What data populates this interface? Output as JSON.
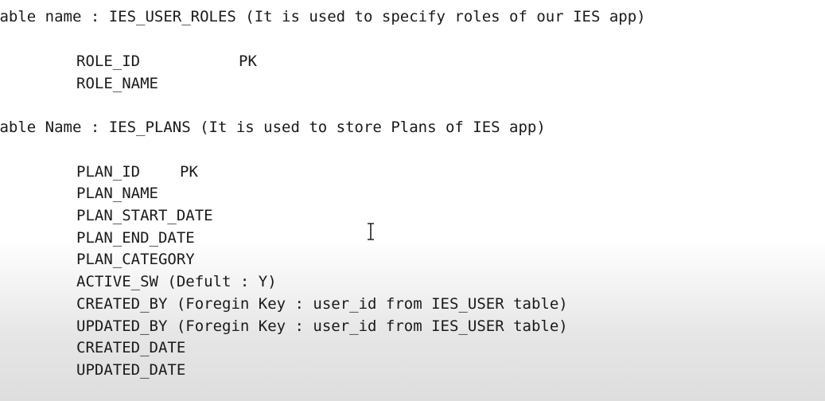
{
  "roles_table": {
    "heading": "Table name : IES_USER_ROLES (It is used to specify roles of our IES app)",
    "columns": [
      {
        "name": "ROLE_ID",
        "key": "PK"
      },
      {
        "name": "ROLE_NAME",
        "key": ""
      }
    ]
  },
  "plans_table": {
    "heading": "Table Name : IES_PLANS (It is used to store Plans of IES app)",
    "columns": [
      {
        "name": "PLAN_ID",
        "key": "PK"
      },
      {
        "name": "PLAN_NAME",
        "key": ""
      },
      {
        "name": "PLAN_START_DATE",
        "key": ""
      },
      {
        "name": "PLAN_END_DATE",
        "key": ""
      },
      {
        "name": "PLAN_CATEGORY",
        "key": ""
      },
      {
        "name": "ACTIVE_SW (Defult : Y)",
        "key": ""
      },
      {
        "name": "CREATED_BY (Foregin Key : user_id from IES_USER table)",
        "key": ""
      },
      {
        "name": "UPDATED_BY (Foregin Key : user_id from IES_USER table)",
        "key": ""
      },
      {
        "name": "CREATED_DATE",
        "key": ""
      },
      {
        "name": "UPDATED_DATE",
        "key": ""
      }
    ]
  },
  "cursor": {
    "icon": "text-cursor-icon"
  }
}
